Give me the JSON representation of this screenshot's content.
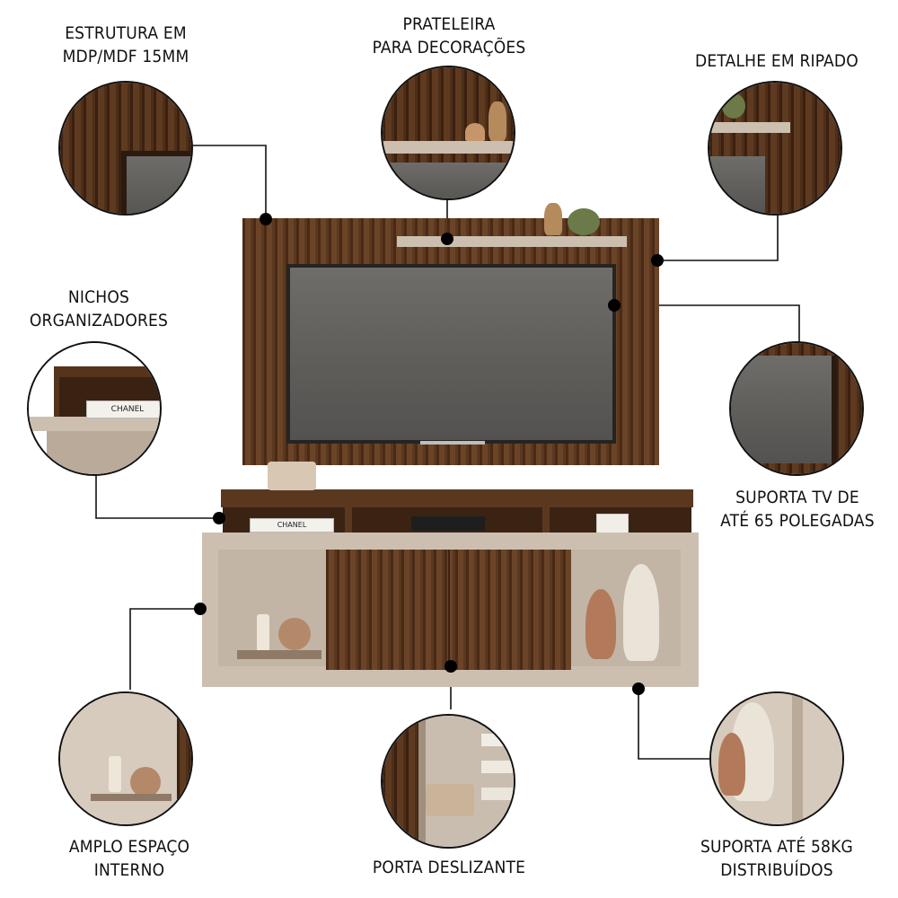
{
  "labels": {
    "estrutura": [
      "ESTRUTURA EM",
      "MDP/MDF 15MM"
    ],
    "prateleira": [
      "PRATELEIRA",
      "PARA DECORAÇÕES"
    ],
    "ripado": [
      "DETALHE EM RIPADO"
    ],
    "nichos": [
      "NICHOS",
      "ORGANIZADORES"
    ],
    "suporta_tv": [
      "SUPORTA TV DE",
      "ATÉ 65 POLEGADAS"
    ],
    "amplo": [
      "AMPLO ESPAÇO",
      "INTERNO"
    ],
    "porta": [
      "PORTA DESLIZANTE"
    ],
    "suporta_peso": [
      "SUPORTA ATÉ 58KG",
      "DISTRIBUÍDOS"
    ]
  },
  "props": {
    "book_brand": "CHANEL",
    "book_brand_2": "CHANEL"
  },
  "colors": {
    "wood": "#5a3820",
    "beige": "#cdbfb0",
    "screen": "#625f5c",
    "line": "#111111"
  }
}
